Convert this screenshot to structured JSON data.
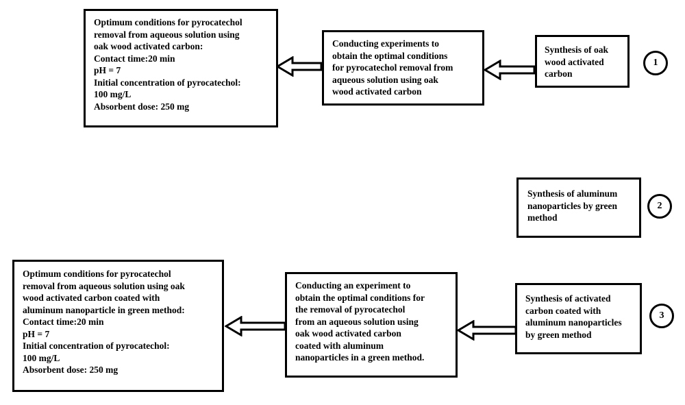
{
  "colors": {
    "ink": "#000000",
    "background": "#ffffff"
  },
  "row1": {
    "number": "1",
    "synthesis_lines": [
      "Synthesis of oak",
      "wood activated",
      "carbon"
    ],
    "experiment_lines": [
      "Conducting experiments to",
      "obtain the optimal conditions",
      "for pyrocatechol removal from",
      "aqueous solution using oak",
      "wood activated carbon"
    ],
    "optimum_lines": [
      "Optimum conditions for pyrocatechol",
      "removal from aqueous solution using",
      "oak wood activated carbon:",
      "Contact time:20 min",
      "pH = 7",
      "Initial concentration of pyrocatechol:",
      "100 mg/L",
      "Absorbent dose: 250 mg"
    ]
  },
  "row2": {
    "number": "2",
    "synthesis_lines": [
      "Synthesis of aluminum",
      "nanoparticles by green",
      "method"
    ]
  },
  "row3": {
    "number": "3",
    "synthesis_lines": [
      "Synthesis of activated",
      "carbon coated with",
      "aluminum nanoparticles",
      "by green method"
    ],
    "experiment_lines": [
      "Conducting an experiment to",
      "obtain the optimal conditions for",
      "the removal of pyrocatechol",
      "from an aqueous solution using",
      "oak wood activated carbon",
      "coated with aluminum",
      "nanoparticles in a green method."
    ],
    "optimum_lines": [
      "Optimum conditions for pyrocatechol",
      "removal from aqueous solution using oak",
      "wood activated carbon coated with",
      "aluminum nanoparticle in green method:",
      "Contact time:20 min",
      "pH = 7",
      "Initial concentration of pyrocatechol:",
      "100 mg/L",
      "Absorbent dose: 250 mg"
    ]
  }
}
